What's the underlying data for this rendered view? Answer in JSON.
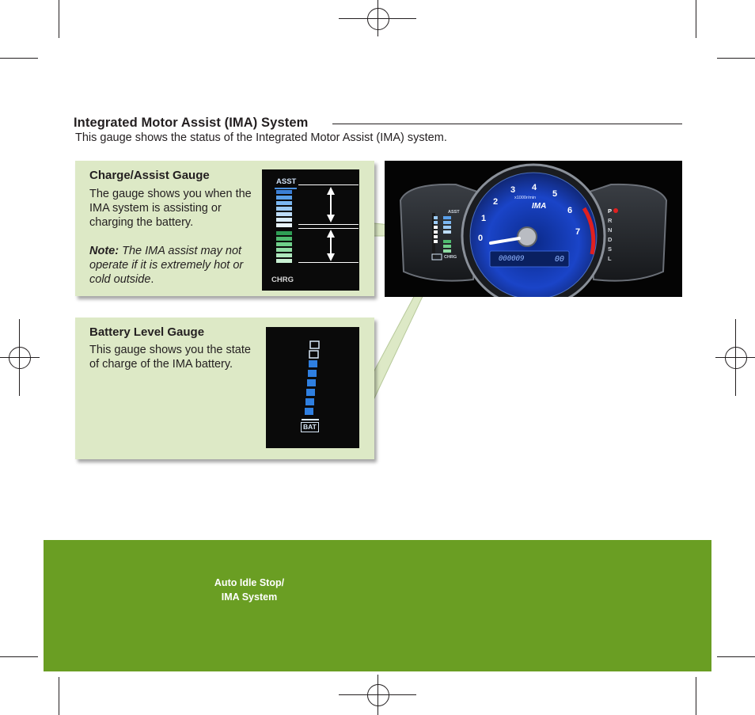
{
  "section": {
    "title": "Integrated Motor Assist (IMA) System",
    "subtitle": "This gauge shows the status of the Integrated Motor Assist (IMA) system."
  },
  "charge_assist": {
    "heading": "Charge/Assist Gauge",
    "body": "The gauge shows you when the IMA system is assisting or charging the battery.",
    "note_label": "Note:",
    "note_text": " The IMA assist may not operate if it is extremely hot or cold outside",
    "note_end": ".",
    "gauge_top_label": "ASST",
    "gauge_bottom_label": "CHRG"
  },
  "battery_level": {
    "heading": "Battery Level Gauge",
    "body": "This gauge shows you the state of charge of the IMA battery.",
    "gauge_label": "BAT"
  },
  "dashboard": {
    "tach_numbers": [
      "0",
      "1",
      "2",
      "3",
      "4",
      "5",
      "6",
      "7"
    ],
    "tach_unit": "x1000r/min",
    "ima_logo": "IMA",
    "odometer": "000009",
    "trip": "00",
    "gear_letters": [
      "P",
      "R",
      "N",
      "D",
      "S",
      "L"
    ],
    "mini_top_label": "ASST",
    "mini_bottom_label": "CHRG"
  },
  "footer": {
    "tab_line1": "Auto Idle Stop/",
    "tab_line2": "IMA System"
  },
  "colors": {
    "callout_bg": "#dde9c6",
    "footer_green": "#6a9e23",
    "assist_blue": "#4a90e0",
    "charge_green": "#6fcf8a"
  }
}
